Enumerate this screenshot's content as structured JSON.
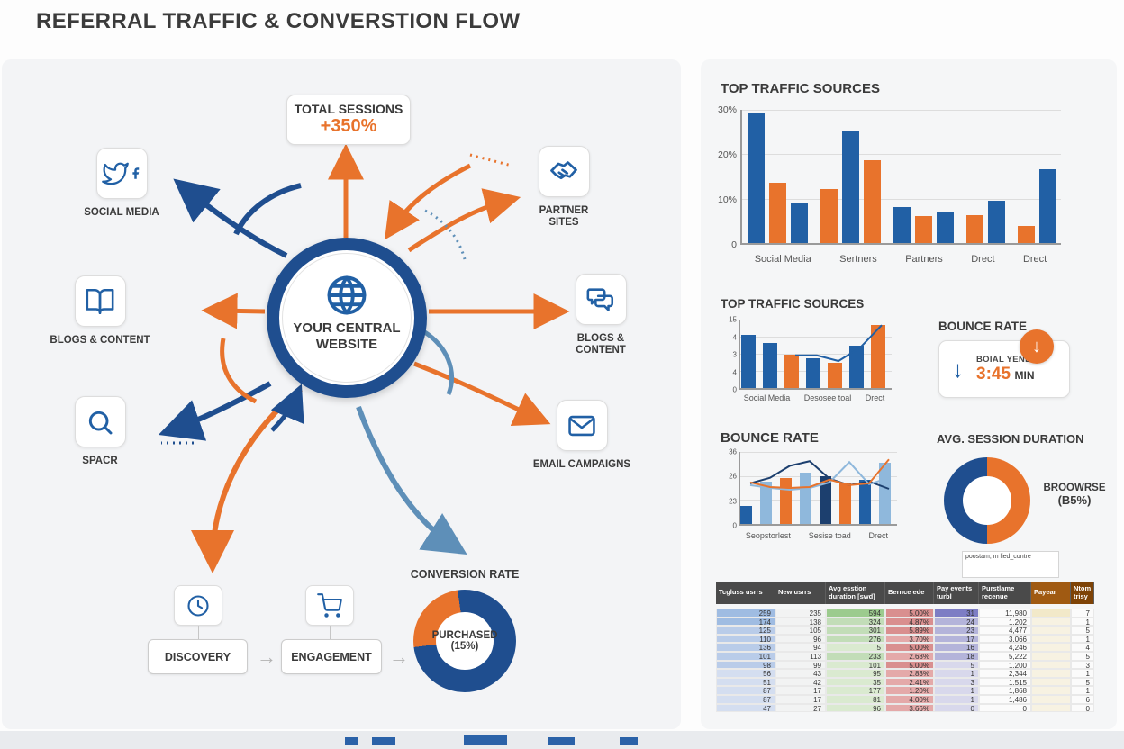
{
  "title": "REFERRAL TRAFFIC & CONVERSTION FLOW",
  "colors": {
    "orange": "#E8732C",
    "blue": "#2160A5",
    "navy": "#1C3F6E",
    "light": "#8FB8DC",
    "steel": "#5E8FB8",
    "ring": "#1F4E8F",
    "header_gray": "#4a4a4a",
    "header_brown1": "#A05A12",
    "header_brown2": "#7E4306"
  },
  "diagram": {
    "total_sessions": {
      "label": "TOTAL SESSIONS",
      "value": "+350%"
    },
    "center": {
      "label": "YOUR CENTRAL WEBSITE"
    },
    "nodes": [
      {
        "id": "social-media",
        "label": "SOCIAL MEDIA"
      },
      {
        "id": "blogs-content-left",
        "label": "BLOGS & CONTENT"
      },
      {
        "id": "search",
        "label": "SPACR"
      },
      {
        "id": "partner-sites",
        "label": "PARTNER SITES"
      },
      {
        "id": "blogs-content-right",
        "label": "BLOGS & CONTENT"
      },
      {
        "id": "email-campaigns",
        "label": "EMAIL CAMPAIGNS"
      }
    ],
    "funnel": [
      {
        "label": "DISCOVERY"
      },
      {
        "label": "ENGAGEMENT"
      }
    ],
    "flow_arrow": "→"
  },
  "bounce_card": {
    "heading": "BOUNCE RATE",
    "label": "BOIAL YENE",
    "value": "3:45",
    "unit": "MIN",
    "badge": "↓",
    "arrow": "↓"
  },
  "chart_data": [
    {
      "type": "bar",
      "title": "TOP TRAFFIC SOURCES",
      "categories": [
        "Social Media",
        "Sertners",
        "Partners",
        "Drect",
        "Drect"
      ],
      "values": [
        29,
        13.5,
        9,
        12,
        25,
        18.5,
        8,
        6,
        7,
        6.2,
        9.5,
        3.8,
        16.5
      ],
      "bar_colors": [
        "blue",
        "orange",
        "blue",
        "orange",
        "blue",
        "orange",
        "blue",
        "orange",
        "blue",
        "orange",
        "blue",
        "orange",
        "blue"
      ],
      "groups": [
        3,
        3,
        3,
        2,
        2
      ],
      "yticks": [
        "30%",
        "20%",
        "10%",
        "0"
      ],
      "ylim": [
        0,
        30
      ],
      "grid": true,
      "legend": "none"
    },
    {
      "type": "bar+line",
      "title": "TOP TRAFFIC SOURCES",
      "categories": [
        "Social Media",
        "Desosee toal",
        "Drect"
      ],
      "values": [
        3.8,
        3.2,
        2.4,
        2.1,
        1.8,
        3.0,
        4.5
      ],
      "bar_colors": [
        "blue",
        "blue",
        "orange",
        "blue",
        "orange",
        "blue",
        "orange"
      ],
      "lines": [
        {
          "name": "trend",
          "values": [
            null,
            null,
            2.45,
            2.45,
            2.05,
            3.0,
            4.6
          ],
          "color": "blue"
        }
      ],
      "yticks": [
        "15",
        "4",
        "3",
        "4",
        "0"
      ],
      "ylim": [
        0,
        5
      ],
      "grid": true
    },
    {
      "type": "bar+line",
      "title": "BOUNCE RATE",
      "categories": [
        "Seopstorlest",
        "Sesise toad",
        "Drect"
      ],
      "values": [
        1.0,
        2.3,
        2.5,
        2.8,
        2.6,
        2.2,
        2.4,
        3.3
      ],
      "bar_colors": [
        "blue",
        "light",
        "orange",
        "light",
        "navy",
        "orange",
        "blue",
        "light"
      ],
      "lines": [
        {
          "name": "navy-series",
          "values": [
            2.3,
            2.6,
            3.25,
            3.5,
            2.55,
            2.2,
            2.4,
            2.0
          ],
          "color": "navy"
        },
        {
          "name": "light-series",
          "values": [
            2.2,
            2.05,
            1.95,
            2.05,
            2.35,
            3.45,
            2.25,
            2.6
          ],
          "color": "light"
        },
        {
          "name": "orange-series",
          "values": [
            2.35,
            2.1,
            2.05,
            2.1,
            2.5,
            2.2,
            2.3,
            3.6
          ],
          "color": "orange"
        }
      ],
      "yticks": [
        "36",
        "26",
        "23",
        "0"
      ],
      "ylim": [
        0,
        4
      ],
      "grid": true
    },
    {
      "type": "donut",
      "title": "CONVERSION RATE",
      "center_label": "PURCHASED",
      "center_value": "(15%)",
      "segments": [
        {
          "label": "purchased",
          "color": "ring",
          "from": 0,
          "to": 263
        },
        {
          "label": "other",
          "color": "orange",
          "from": 263,
          "to": 352
        },
        {
          "label": "purchased",
          "color": "ring",
          "from": 352,
          "to": 360
        }
      ]
    },
    {
      "type": "donut",
      "title": "AVG. SESSION DURATION",
      "side_label": "BROOWRSE",
      "side_value": "(B5%)",
      "segments": [
        {
          "label": "browse",
          "color": "orange",
          "from": 0,
          "to": 180
        },
        {
          "label": "other",
          "color": "ring",
          "from": 180,
          "to": 360
        }
      ]
    }
  ],
  "table": {
    "note": "poostam, m lied_contre",
    "headers": [
      "Tcgluss usrrs",
      "New usrrs",
      "Avg esstion duration [swd]",
      "Bernce ede",
      "Pay events turbl",
      "Purstlame recenue",
      "Payear",
      "Ntom trisy"
    ],
    "rows": [
      [
        "259",
        "235",
        "594",
        "5.00%",
        "31",
        "11,980",
        "",
        "7"
      ],
      [
        "174",
        "138",
        "324",
        "4.87%",
        "24",
        "1,202",
        "",
        "1"
      ],
      [
        "125",
        "105",
        "301",
        "5.89%",
        "23",
        "4,477",
        "",
        "5"
      ],
      [
        "110",
        "96",
        "276",
        "3.70%",
        "17",
        "3,066",
        "",
        "1"
      ],
      [
        "136",
        "94",
        "5",
        "5.00%",
        "16",
        "4,246",
        "",
        "4"
      ],
      [
        "101",
        "113",
        "233",
        "2.68%",
        "18",
        "5,222",
        "",
        "5"
      ],
      [
        "98",
        "99",
        "101",
        "5.00%",
        "5",
        "1,200",
        "",
        "3"
      ],
      [
        "56",
        "43",
        "95",
        "2.83%",
        "1",
        "2,344",
        "",
        "1"
      ],
      [
        "51",
        "42",
        "35",
        "2.41%",
        "3",
        "1,515",
        "",
        "5"
      ],
      [
        "87",
        "17",
        "177",
        "1.20%",
        "1",
        "1,868",
        "",
        "1"
      ],
      [
        "87",
        "17",
        "81",
        "4.00%",
        "1",
        "1,486",
        "",
        "6"
      ],
      [
        "47",
        "27",
        "96",
        "3.66%",
        "0",
        "0",
        "",
        "0"
      ]
    ]
  }
}
